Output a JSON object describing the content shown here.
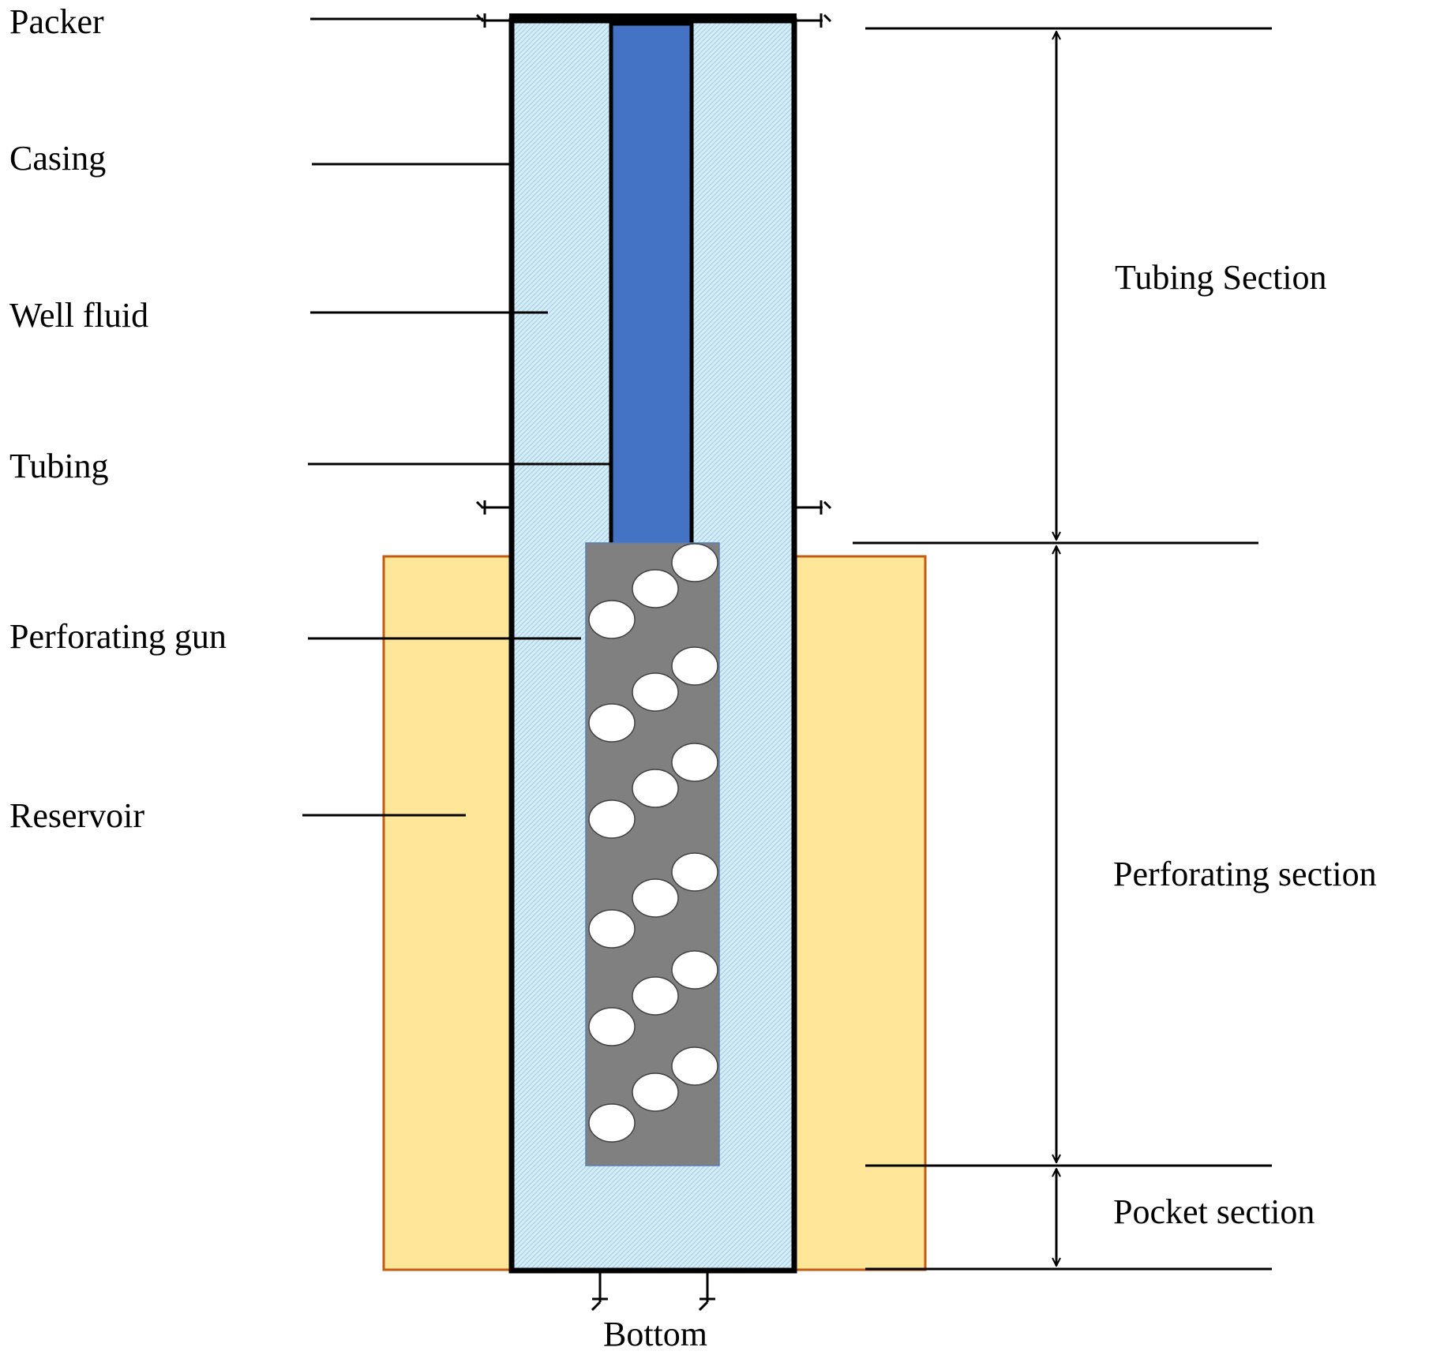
{
  "labels": {
    "packer": "Packer",
    "casing": "Casing",
    "well_fluid": "Well fluid",
    "tubing": "Tubing",
    "perforating_gun": "Perforating gun",
    "reservoir": "Reservoir",
    "bottom": "Bottom"
  },
  "sections": {
    "tubing": "Tubing Section",
    "perforating": "Perforating section",
    "pocket": "Pocket section"
  },
  "colors": {
    "well_fluid": "#d6ecf6",
    "well_fluid_pattern": "#9fcfe6",
    "tubing": "#4472c4",
    "perforating_gun": "#808080",
    "perforation_hole": "#ffffff",
    "reservoir": "#ffe699",
    "reservoir_border": "#c55a11",
    "line": "#000000"
  }
}
